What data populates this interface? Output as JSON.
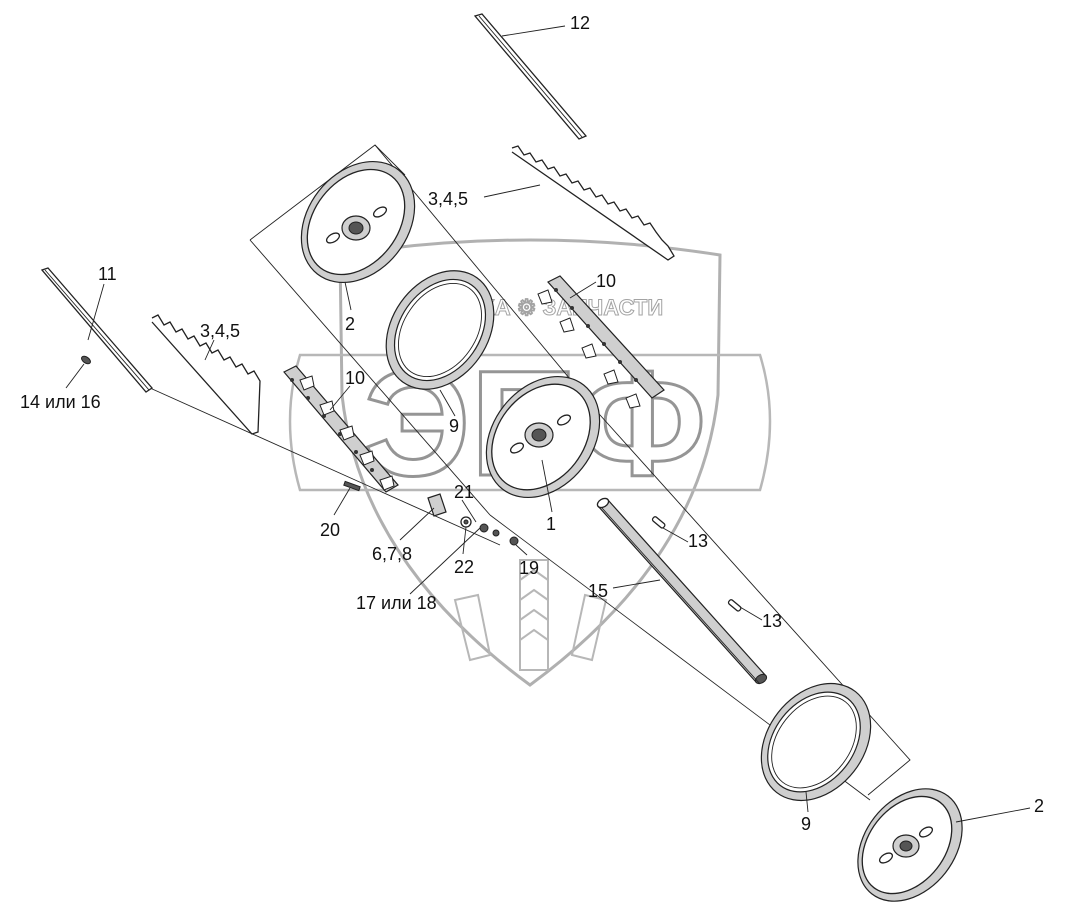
{
  "watermark": {
    "brand_letters": "ЭПФ",
    "brand_text": "ТЕХНИКА ⚙ ЗАПЧАСТИ"
  },
  "labels": {
    "p12": "12",
    "p345_top": "3,4,5",
    "p10_right": "10",
    "p11": "11",
    "p345_left": "3,4,5",
    "p2_top": "2",
    "p10_left": "10",
    "p14_16": "14 или 16",
    "p9_upper": "9",
    "p21": "21",
    "p1": "1",
    "p20": "20",
    "p678": "6,7,8",
    "p22": "22",
    "p19": "19",
    "p13_upper": "13",
    "p15": "15",
    "p17_18": "17 или 18",
    "p13_lower": "13",
    "p2_bottom": "2",
    "p9_lower": "9"
  }
}
